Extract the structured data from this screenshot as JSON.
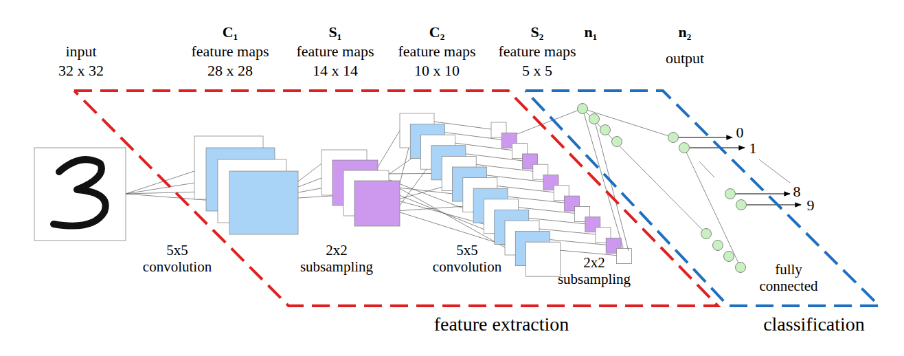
{
  "diagram": {
    "nodes": [
      {
        "text": [
          "feature extraction"
        ]
      },
      {
        "text": [
          "classification"
        ]
      }
    ],
    "labels": [
      "input",
      "32 x 32",
      "C₁",
      "feature maps",
      "28 x 28",
      "S₁",
      "feature maps",
      "14 x 14",
      "C₂",
      "feature maps",
      "10 x 10",
      "S₂",
      "feature maps",
      "5 x 5",
      "n₁",
      "n₂",
      "output",
      "5x5 convolution",
      "2x2 subsampling",
      "5x5 convolution",
      "2x2 subsampling",
      "fully connected",
      "0",
      "1",
      "8",
      "9"
    ]
  }
}
